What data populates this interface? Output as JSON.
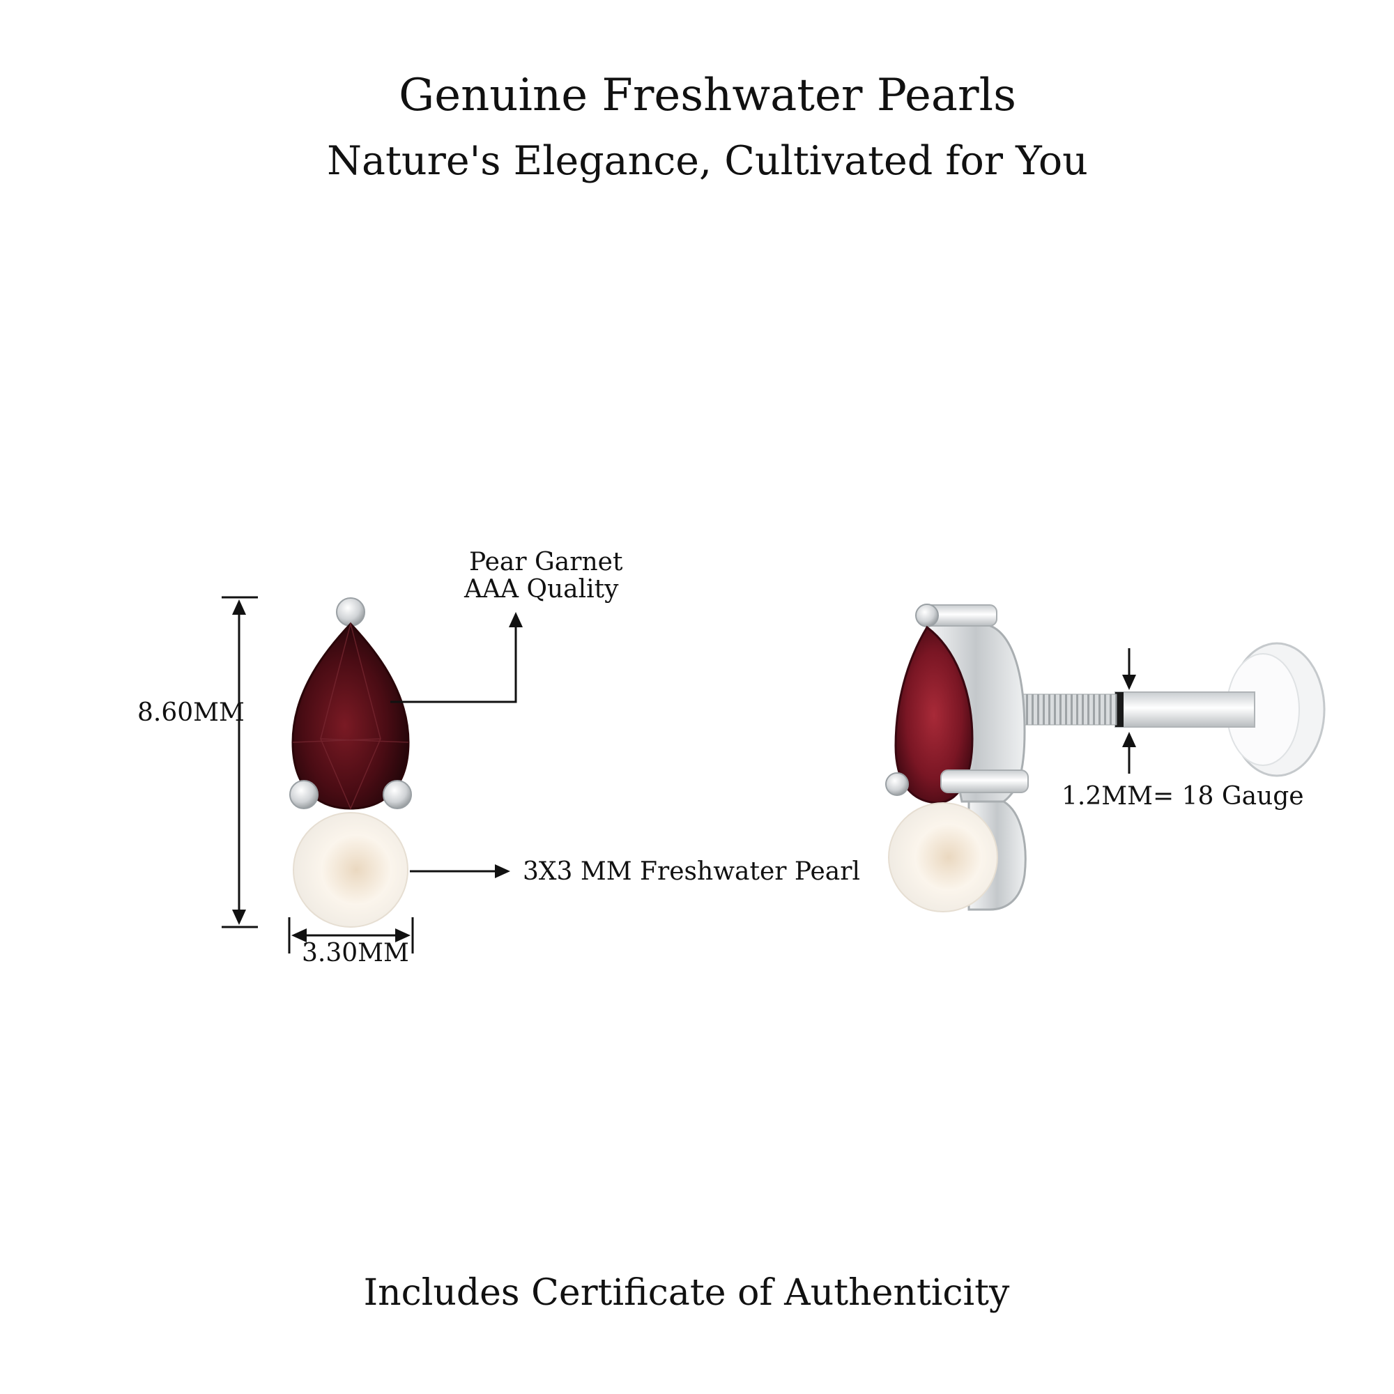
{
  "header": {
    "title": "Genuine Freshwater Pearls",
    "subtitle": "Nature's Elegance, Cultivated for You"
  },
  "dimensions": {
    "height_label": "8.60MM",
    "width_label": "3.30MM",
    "gauge_label": "1.2MM=  18 Gauge"
  },
  "callouts": {
    "gem_line1": "Pear Garnet",
    "gem_line2": "AAA Quality",
    "pearl": "3X3 MM Freshwater Pearl"
  },
  "footer": {
    "text": "Includes Certificate of Authenticity"
  },
  "colors": {
    "background": "#ffffff",
    "garnet": "#5a0f18",
    "pearl": "#f5f0e8",
    "metal": "#d8dadc",
    "text": "#111111"
  }
}
